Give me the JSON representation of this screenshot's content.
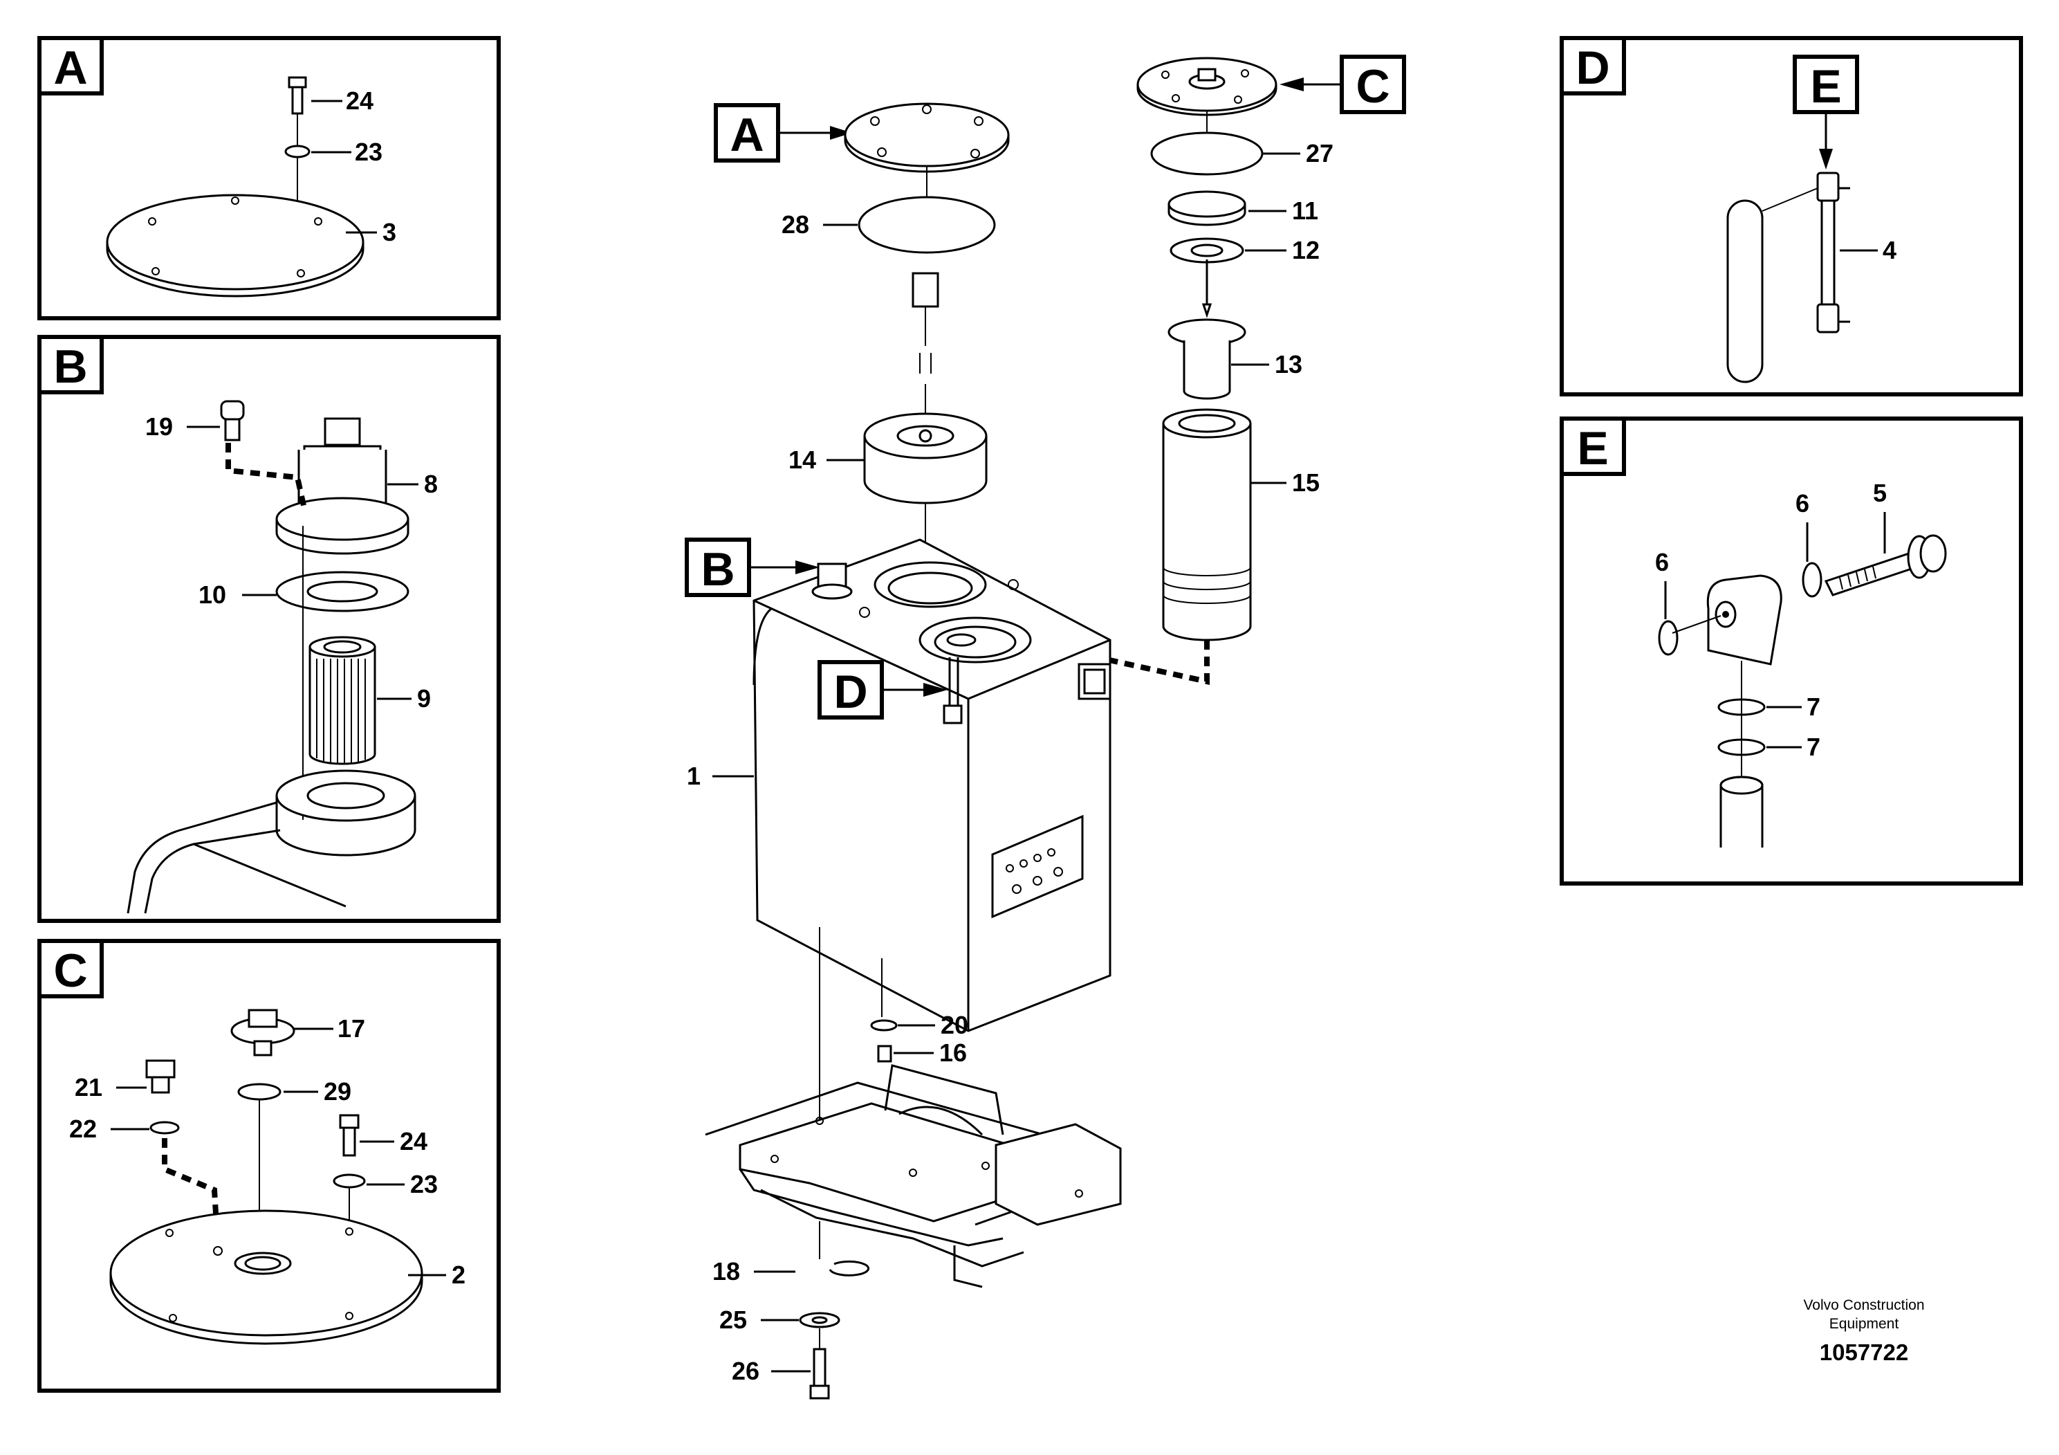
{
  "views": {
    "A": "A",
    "B": "B",
    "C": "C",
    "D": "D",
    "E": "E"
  },
  "callouts": {
    "A": "A",
    "B": "B",
    "C": "C",
    "D": "D",
    "E": "E"
  },
  "parts": {
    "p1": "1",
    "p2": "2",
    "p3": "3",
    "p4": "4",
    "p5": "5",
    "p6a": "6",
    "p6b": "6",
    "p7a": "7",
    "p7b": "7",
    "p8": "8",
    "p9": "9",
    "p10": "10",
    "p11": "11",
    "p12": "12",
    "p13": "13",
    "p14": "14",
    "p15": "15",
    "p16": "16",
    "p17": "17",
    "p18": "18",
    "p19": "19",
    "p20": "20",
    "p21": "21",
    "p22": "22",
    "p23a": "23",
    "p23c": "23",
    "p24a": "24",
    "p24c": "24",
    "p25": "25",
    "p26": "26",
    "p27": "27",
    "p28": "28",
    "p29": "29"
  },
  "footer": {
    "credit_line1": "Volvo Construction",
    "credit_line2": "Equipment",
    "doc_number": "1057722"
  }
}
